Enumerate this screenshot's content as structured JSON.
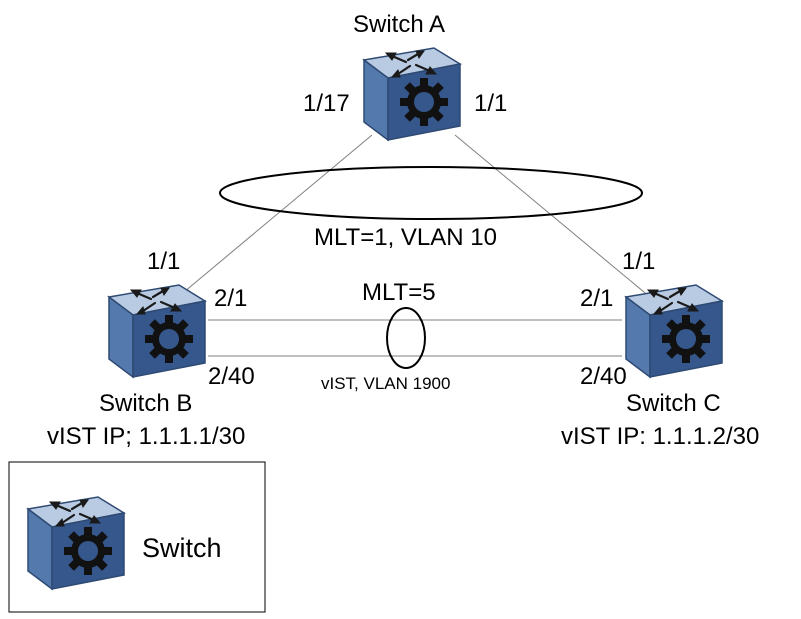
{
  "switches": {
    "a": {
      "name": "Switch A",
      "port_left": "1/17",
      "port_right": "1/1"
    },
    "b": {
      "name": "Switch B",
      "ip": "vIST IP; 1.1.1.1/30",
      "port_top": "1/1",
      "port_upper": "2/1",
      "port_lower": "2/40"
    },
    "c": {
      "name": "Switch C",
      "ip": "vIST IP: 1.1.1.2/30",
      "port_top": "1/1",
      "port_upper": "2/1",
      "port_lower": "2/40"
    }
  },
  "links": {
    "mlt_top": "MLT=1, VLAN 10",
    "mlt_bottom": "MLT=5",
    "vist": "vIST, VLAN 1900"
  },
  "legend": {
    "label": "Switch"
  },
  "colors": {
    "switch_top": "#b9cbe2",
    "switch_left": "#5479ad",
    "switch_right": "#36578c",
    "link_line": "#7f7f7f"
  }
}
